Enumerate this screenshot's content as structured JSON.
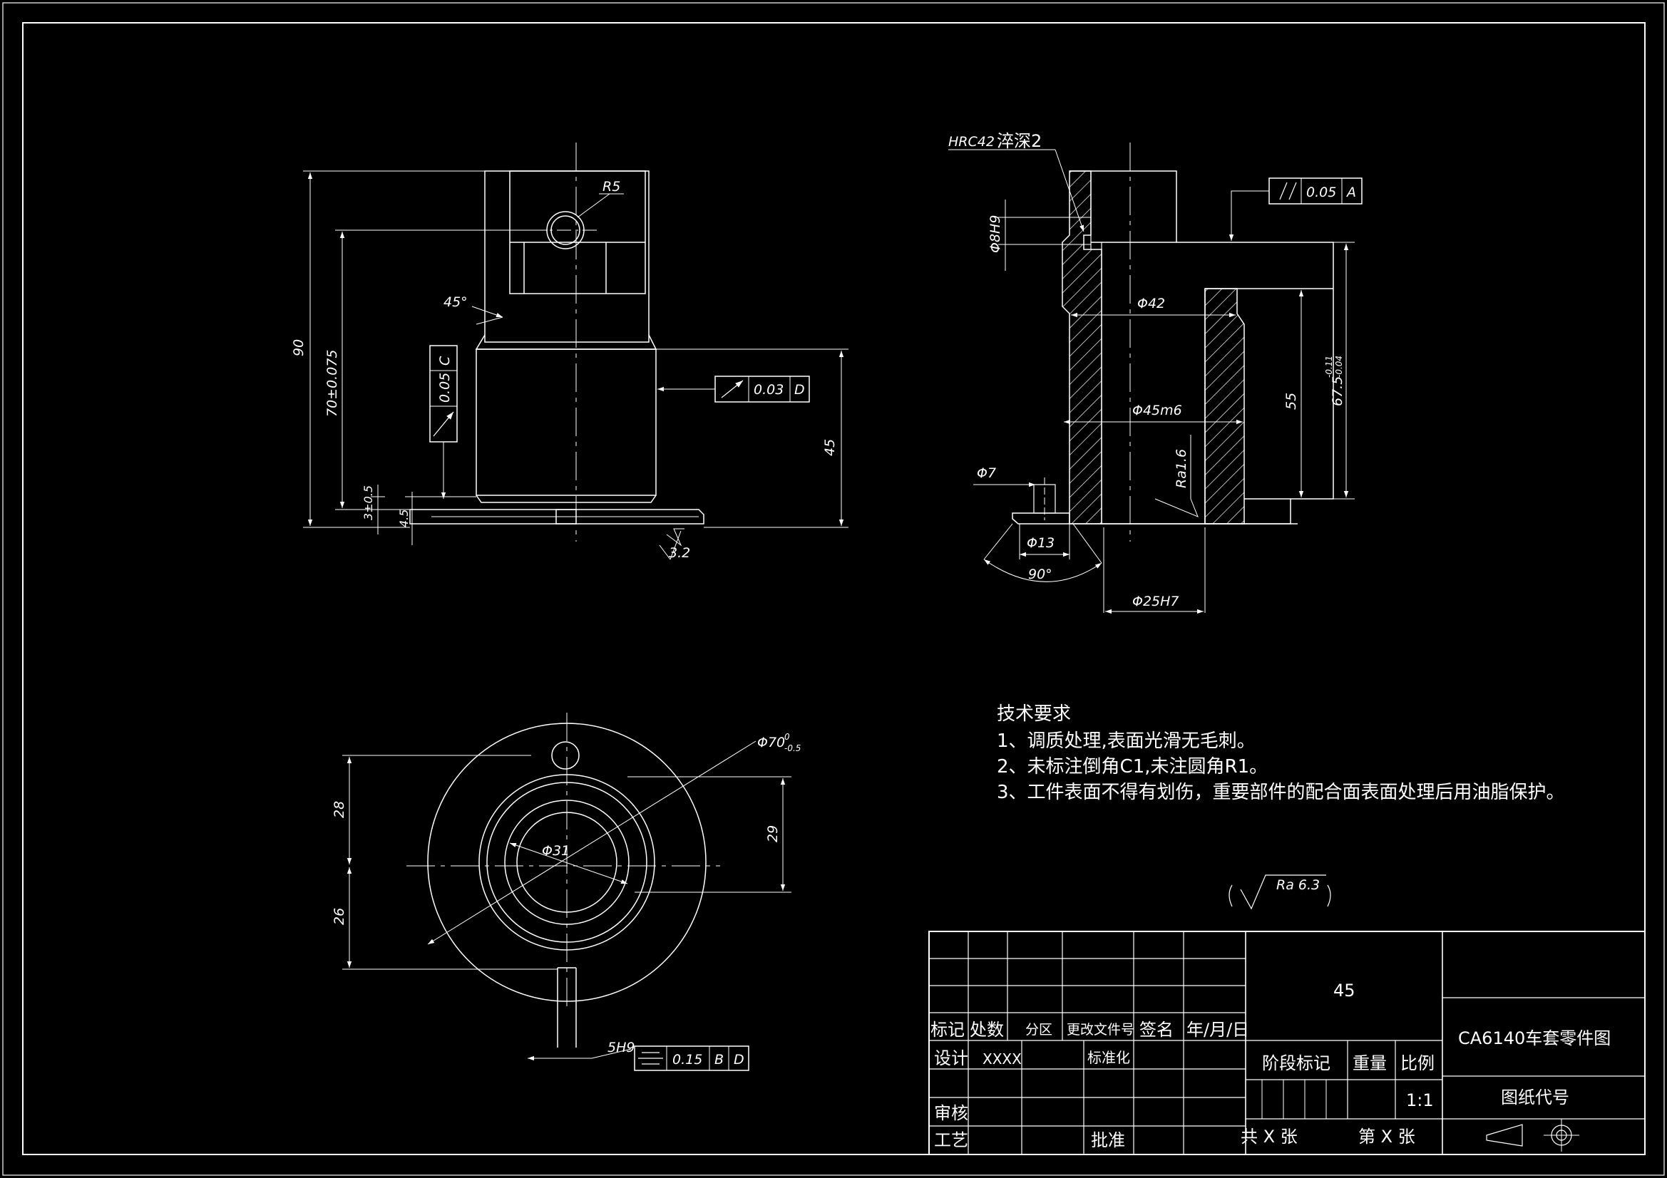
{
  "colors": {
    "background": "#000000",
    "line": "#ffffff"
  },
  "front_view": {
    "r5": "R5",
    "angle_45": "45°",
    "overall_height": "90",
    "center_height": "70±0.075",
    "shoulder_height": "45",
    "flange_thk": "3±0.5",
    "base_thk": "4.5",
    "runout_c": {
      "tol": "0.05",
      "datum": "C"
    },
    "runout_d": {
      "tol": "0.03",
      "datum": "D"
    },
    "roughness": "3.2"
  },
  "section_view": {
    "hardening_grade": "HRC42",
    "hardening_depth": "淬深2",
    "pin_hole": "Φ8H9",
    "parallel": {
      "tol": "0.05",
      "datum": "A"
    },
    "bore_42": "Φ42",
    "bore_45": "Φ45m6",
    "depth_55": "55",
    "height_675": "67.5",
    "height_675_tol_upper": "-0.11",
    "height_675_tol_lower": "-0.04",
    "ra_inner": "Ra1.6",
    "d7": "Φ7",
    "d13": "Φ13",
    "angle_90": "90°",
    "d25": "Φ25H7"
  },
  "top_view": {
    "d70": "Φ70",
    "d70_tol_upper": "0",
    "d70_tol_lower": "-0.5",
    "d31": "Φ31",
    "dim_28": "28",
    "dim_26": "26",
    "dim_29": "29",
    "slot": "5H9",
    "symmetry": {
      "tol": "0.15",
      "datum_1": "B",
      "datum_2": "D"
    }
  },
  "tech_requirements": {
    "title": "技术要求",
    "items": [
      "1、调质处理,表面光滑无毛刺。",
      "2、未标注倒角C1,未注圆角R1。",
      "3、工件表面不得有划伤，重要部件的配合面表面处理后用油脂保护。"
    ]
  },
  "general_roughness": "Ra 6.3",
  "title_block": {
    "col_mark": "标记",
    "col_count": "处数",
    "col_zone": "分区",
    "col_doc": "更改文件号",
    "col_sign": "签名",
    "col_date": "年/月/日",
    "design_label": "设计",
    "designer": "XXXX",
    "standardize": "标准化",
    "review": "审核",
    "process": "工艺",
    "approve": "批准",
    "material": "45",
    "stage_mark": "阶段标记",
    "weight": "重量",
    "scale_label": "比例",
    "scale": "1:1",
    "total_sheets": "共 X 张",
    "sheet_no": "第 X 张",
    "drawing_name": "CA6140车套零件图",
    "drawing_code": "图纸代号"
  }
}
